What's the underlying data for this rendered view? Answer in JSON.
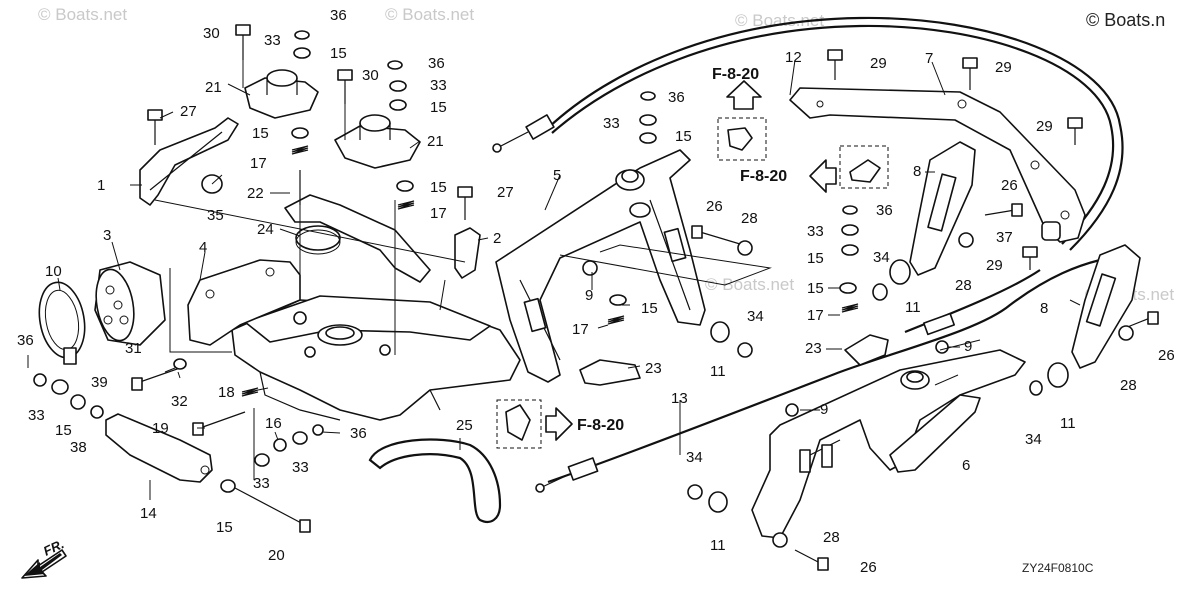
{
  "watermark": {
    "text": "© Boats.net",
    "corner_text": "© Boats.n"
  },
  "drawing_code": "ZY24F0810C",
  "front_marker": {
    "label": "FR."
  },
  "cross_refs": [
    "F-8-20",
    "F-8-20",
    "F-8-20"
  ],
  "callouts": {
    "c_36a": "36",
    "c_30a": "30",
    "c_33a": "33",
    "c_15a": "15",
    "c_21a": "21",
    "c_36b": "36",
    "c_30b": "30",
    "c_33b": "33",
    "c_15b": "15",
    "c_21b": "21",
    "c_27a": "27",
    "c_15c": "15",
    "c_17a": "17",
    "c_1": "1",
    "c_35": "35",
    "c_22": "22",
    "c_15d": "15",
    "c_17b": "17",
    "c_27b": "27",
    "c_24": "24",
    "c_2": "2",
    "c_3": "3",
    "c_4": "4",
    "c_10": "10",
    "c_36c": "36",
    "c_31": "31",
    "c_32": "32",
    "c_33c": "33",
    "c_15e": "15",
    "c_39": "39",
    "c_38": "38",
    "c_18": "18",
    "c_19": "19",
    "c_16": "16",
    "c_33d": "33",
    "c_36d": "36",
    "c_33e": "33",
    "c_14": "14",
    "c_15f": "15",
    "c_20": "20",
    "c_25": "25",
    "c_12": "12",
    "c_36e": "36",
    "c_33f": "33",
    "c_15g": "15",
    "c_5": "5",
    "c_9a": "9",
    "c_15h": "15",
    "c_17c": "17",
    "c_23a": "23",
    "c_11a": "11",
    "c_34a": "34",
    "c_26a": "26",
    "c_28a": "28",
    "c_13": "13",
    "c_29a": "29",
    "c_7": "7",
    "c_29b": "29",
    "c_29c": "29",
    "c_8a": "8",
    "c_36f": "36",
    "c_33g": "33",
    "c_15i": "15",
    "c_26b": "26",
    "c_37": "37",
    "c_29d": "29",
    "c_34b": "34",
    "c_11b": "11",
    "c_28b": "28",
    "c_15j": "15",
    "c_17d": "17",
    "c_23b": "23",
    "c_9b": "9",
    "c_9c": "9",
    "c_8b": "8",
    "c_26c": "26",
    "c_28c": "28",
    "c_34c": "34",
    "c_11c": "11",
    "c_6": "6",
    "c_34d": "34",
    "c_11d": "11",
    "c_28d": "28",
    "c_26d": "26"
  }
}
